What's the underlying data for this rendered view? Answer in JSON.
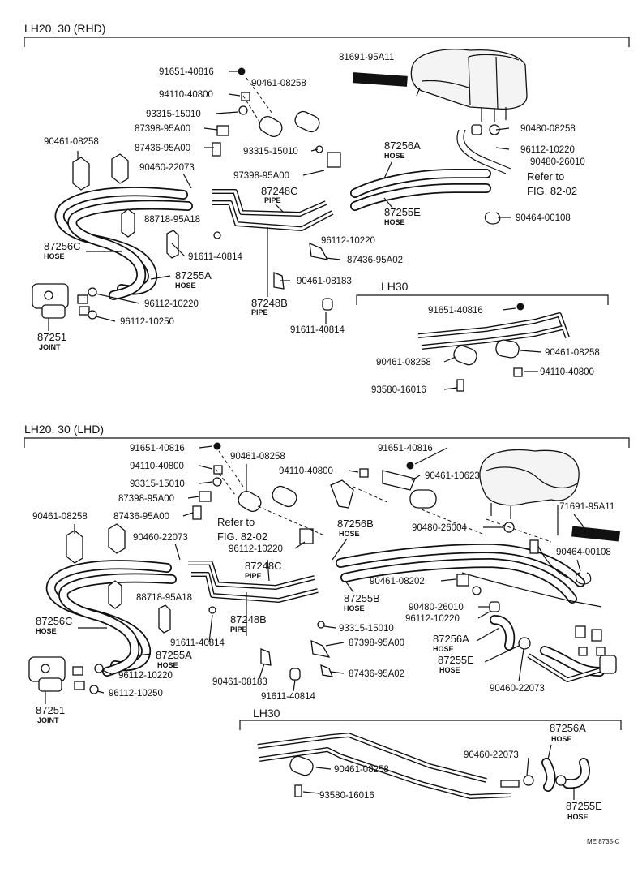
{
  "sections": {
    "rhd": "LH20, 30 (RHD)",
    "lhd": "LH20, 30 (LHD)",
    "lh30_top": "LH30",
    "lh30_bottom": "LH30"
  },
  "rhd_labels": {
    "p91651_40816": "91651-40816",
    "p94110_40800": "94110-40800",
    "p90461_08258_top": "90461-08258",
    "p81691_95A11": "81691-95A11",
    "p93315_15010_a": "93315-15010",
    "p87398_95A00": "87398-95A00",
    "p87436_95A00": "87436-95A00",
    "p93315_15010_b": "93315-15010",
    "p90461_08258_left": "90461-08258",
    "p90460_22073": "90460-22073",
    "p97398_95A00": "97398-95A00",
    "p87248C": "87248C",
    "p87248C_sub": "PIPE",
    "p87256A": "87256A",
    "p87256A_sub": "HOSE",
    "p90480_08258": "90480-08258",
    "p96112_10220_r": "96112-10220",
    "p90480_26010": "90480-26010",
    "refer_1": "Refer to",
    "refer_2": "FIG. 82-02",
    "p87255E": "87255E",
    "p87255E_sub": "HOSE",
    "p90464_00108": "90464-00108",
    "p88718_95A18": "88718-95A18",
    "p87256C": "87256C",
    "p87256C_sub": "HOSE",
    "p91611_40814_a": "91611-40814",
    "p96112_10220_c": "96112-10220",
    "p87436_95A02": "87436-95A02",
    "p87255A": "87255A",
    "p87255A_sub": "HOSE",
    "p90461_08183": "90461-08183",
    "p96112_10220_l": "96112-10220",
    "p87248B": "87248B",
    "p87248B_sub": "PIPE",
    "p96112_10250": "96112-10250",
    "p87251": "87251",
    "p87251_sub": "JOINT",
    "p91611_40814_b": "91611-40814"
  },
  "rhd_lh30_labels": {
    "p91651_40816": "91651-40816",
    "p90461_08258_l": "90461-08258",
    "p90461_08258_r": "90461-08258",
    "p94110_40800": "94110-40800",
    "p93580_16016": "93580-16016"
  },
  "lhd_labels": {
    "p91651_40816_a": "91651-40816",
    "p90461_08258_a": "90461-08258",
    "p91651_40816_b": "91651-40816",
    "p94110_40800_a": "94110-40800",
    "p94110_40800_b": "94110-40800",
    "p90461_10623": "90461-10623",
    "p93315_15010_a": "93315-15010",
    "p87398_95A00_a": "87398-95A00",
    "p90461_08258_b": "90461-08258",
    "p87436_95A00": "87436-95A00",
    "refer_1": "Refer to",
    "refer_2": "FIG. 82-02",
    "p87256B": "87256B",
    "p87256B_sub": "HOSE",
    "p90480_26004": "90480-26004",
    "p71691_95A11": "71691-95A11",
    "p90460_22073_a": "90460-22073",
    "p96112_10220_a": "96112-10220",
    "p87248C": "87248C",
    "p87248C_sub": "PIPE",
    "p90464_00108": "90464-00108",
    "p90461_08202": "90461-08202",
    "p88718_95A18": "88718-95A18",
    "p87255B": "87255B",
    "p87255B_sub": "HOSE",
    "p90480_26010": "90480-26010",
    "p87256C": "87256C",
    "p87256C_sub": "HOSE",
    "p87248B": "87248B",
    "p87248B_sub": "PIPE",
    "p93315_15010_b": "93315-15010",
    "p96112_10220_b": "96112-10220",
    "p91611_40814_a": "91611-40814",
    "p87398_95A00_b": "87398-95A00",
    "p87256A": "87256A",
    "p87256A_sub": "HOSE",
    "p87255A": "87255A",
    "p87255A_sub": "HOSE",
    "p87255E": "87255E",
    "p87255E_sub": "HOSE",
    "p96112_10220_c": "96112-10220",
    "p87436_95A02": "87436-95A02",
    "p90460_22073_b": "90460-22073",
    "p90461_08183": "90461-08183",
    "p96112_10250": "96112-10250",
    "p91611_40814_b": "91611-40814",
    "p87251": "87251",
    "p87251_sub": "JOINT"
  },
  "lhd_lh30_labels": {
    "p87256A": "87256A",
    "p87256A_sub": "HOSE",
    "p90460_22073": "90460-22073",
    "p90461_08258": "90461-08258",
    "p93580_16016": "93580-16016",
    "p87255E": "87255E",
    "p87255E_sub": "HOSE"
  },
  "footer_code": "ME 8735-C"
}
